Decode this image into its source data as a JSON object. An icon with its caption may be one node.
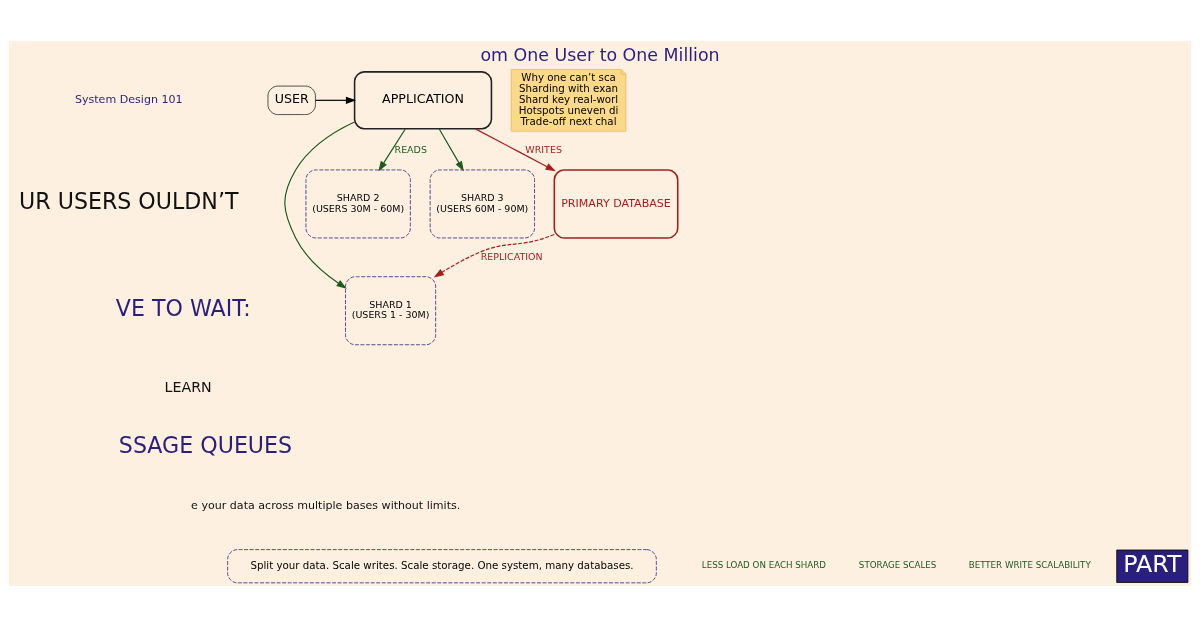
{
  "diagram": {
    "title": "om One User to One Million",
    "nodes": [
      {
        "text": [
          "USER"
        ]
      },
      {
        "text": [
          "APPLICATION"
        ]
      },
      {
        "text": [
          "PRIMARY DATABASE"
        ]
      },
      {
        "text": [
          "SHARD 1",
          "(USERS 1 - 30M)"
        ]
      },
      {
        "text": [
          "SHARD 2",
          "(USERS 30M - 60M)"
        ]
      },
      {
        "text": [
          "SHARD 3",
          "(USERS 60M - 90M)"
        ]
      },
      {
        "text": [
          "Split your data. Scale writes. Scale storage. One system, many databases."
        ]
      },
      {
        "text": [
          "Why one can’t sca",
          "Sharding with exan",
          "Shard key real-worl",
          "Hotspots uneven di",
          "Trade-off next chal"
        ]
      },
      {
        "text": [
          "PART"
        ]
      }
    ],
    "edges": [
      {
        "from": 0,
        "to": 1,
        "arrow": "to"
      },
      {
        "from": 1,
        "to": 2,
        "arrow": "to",
        "label": "WRITES",
        "color": "#a31f1f"
      },
      {
        "from": 1,
        "to": 3,
        "arrow": "to",
        "color": "#1e5a1e"
      },
      {
        "from": 1,
        "to": 4,
        "arrow": "to",
        "label": "READS",
        "color": "#1e5a1e"
      },
      {
        "from": 1,
        "to": 5,
        "arrow": "to",
        "color": "#1e5a1e"
      },
      {
        "from": 2,
        "to": 3,
        "arrow": "to",
        "label": "REPLICATION",
        "style": "dashed",
        "color": "#a31f1f"
      }
    ],
    "labels": [
      "System Design 101",
      "UR USERS OULDN’T",
      "VE TO WAIT:",
      "LEARN",
      "SSAGE QUEUES",
      "e your data across multiple bases without limits.",
      "BETTER WRITE SCALABILITY",
      "STORAGE SCALES",
      "LESS LOAD ON EACH SHARD"
    ]
  }
}
